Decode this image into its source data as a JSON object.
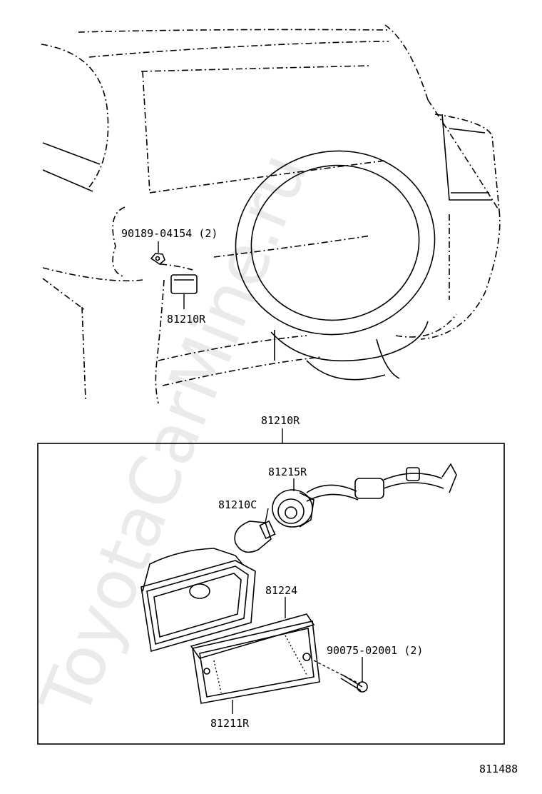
{
  "watermark": "ToyotaCarMine.ru",
  "labels": {
    "bolt_top": "90189-04154 (2)",
    "lamp_top": "81210R",
    "assembly": "81210R",
    "socket": "81215R",
    "bulb": "81210C",
    "gasket": "81224",
    "screw": "90075-02001 (2)",
    "lens": "81211R",
    "diagram_id": "811488"
  }
}
